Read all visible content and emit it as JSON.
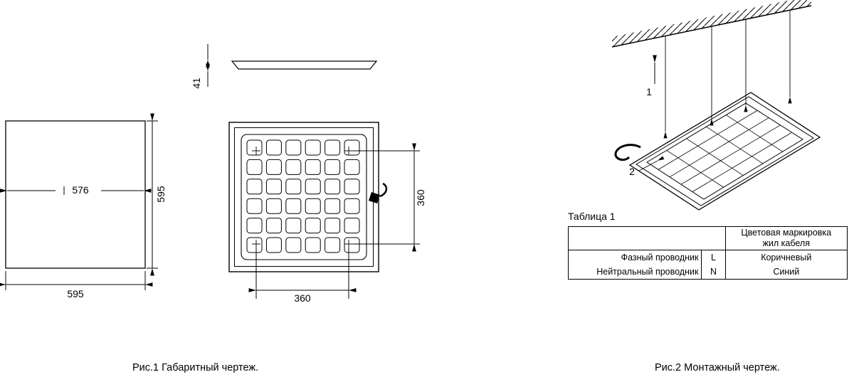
{
  "fig1": {
    "caption": "Рис.1 Габаритный чертеж.",
    "dim_front_inner_width": "576",
    "dim_front_height": "595",
    "dim_front_width": "595",
    "dim_profile_thickness": "41",
    "dim_holes_vertical": "360",
    "dim_holes_horizontal": "360"
  },
  "fig2": {
    "caption": "Рис.2 Монтажный чертеж.",
    "step1": "1",
    "step2": "2"
  },
  "table1": {
    "title": "Таблица 1",
    "col3_header": [
      "Цветовая маркировка",
      "жил кабеля"
    ],
    "rows": [
      {
        "name": "Фазный проводник",
        "letter": "L",
        "color": "Коричневый"
      },
      {
        "name": "Нейтральный проводник",
        "letter": "N",
        "color": "Синий"
      }
    ]
  }
}
